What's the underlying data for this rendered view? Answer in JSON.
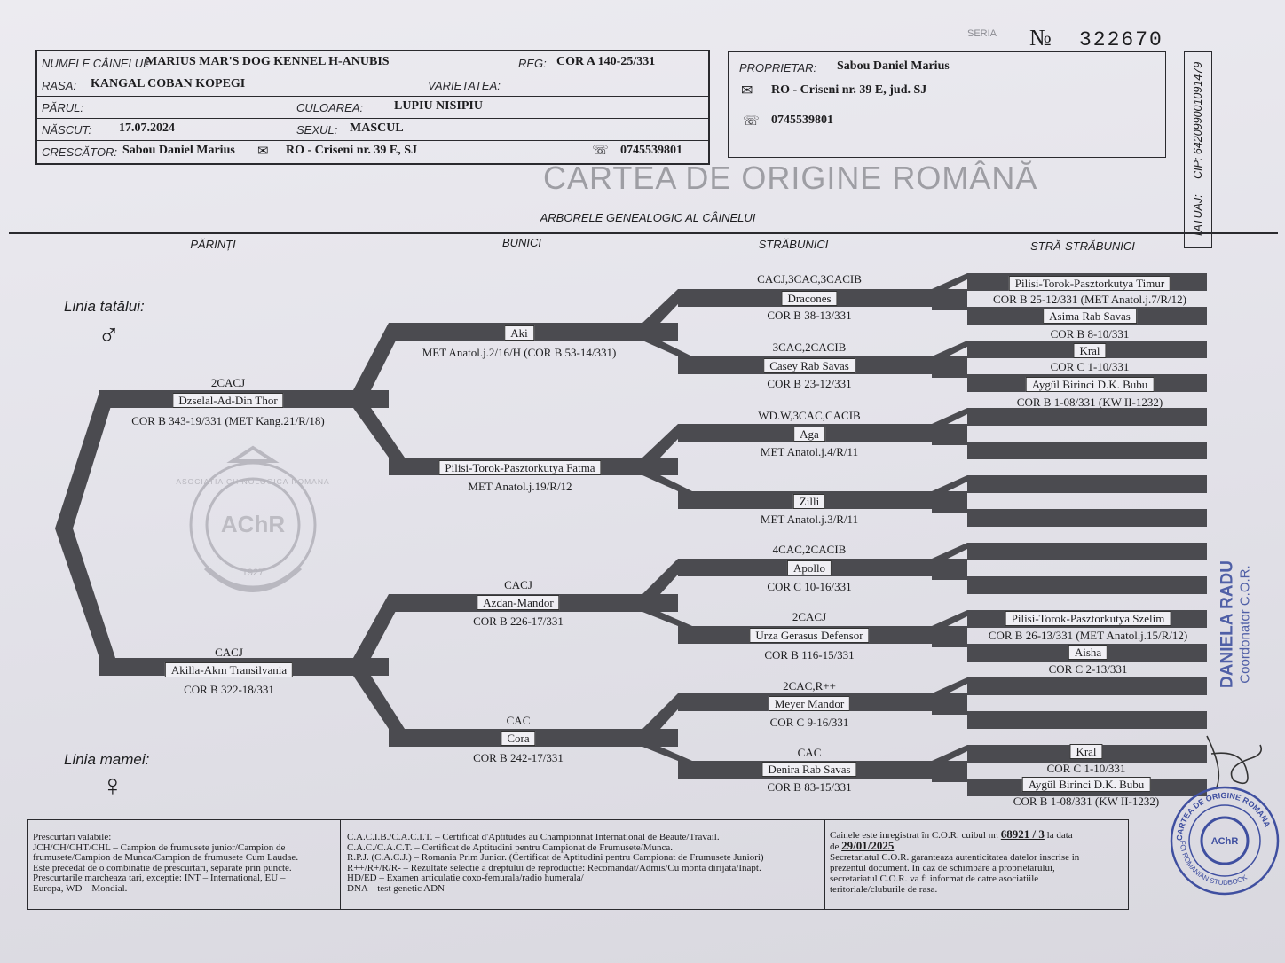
{
  "serie": {
    "seria_label": "SERIA",
    "no_label": "№",
    "number": "322670"
  },
  "dog": {
    "name_label": "NUMELE CÂINELUI:",
    "name": "MARIUS MAR'S DOG KENNEL H-ANUBIS",
    "reg_label": "REG:",
    "reg": "COR A 140-25/331",
    "breed_label": "RASA:",
    "breed": "KANGAL COBAN KOPEGI",
    "variety_label": "VARIETATEA:",
    "hair_label": "PĂRUL:",
    "color_label": "CULOAREA:",
    "color": "LUPIU NISIPIU",
    "born_label": "NĂSCUT:",
    "born": "17.07.2024",
    "sex_label": "SEXUL:",
    "sex": "MASCUL",
    "breeder_label": "CRESCĂTOR:",
    "breeder": "Sabou Daniel Marius",
    "breeder_addr": "RO - Criseni nr. 39 E, SJ",
    "breeder_phone": "0745539801"
  },
  "owner": {
    "label": "PROPRIETAR:",
    "name": "Sabou Daniel Marius",
    "address": "RO - Criseni nr. 39 E, jud. SJ",
    "phone": "0745539801"
  },
  "tattoo": {
    "label": "TATUAJ:",
    "cip_label": "CIP:",
    "cip": "642099001091479"
  },
  "title": "CARTEA DE ORIGINE ROMÂNĂ",
  "subtitle": "ARBORELE GENEALOGIC AL CÂINELUI",
  "generations": [
    "PĂRINȚI",
    "BUNICI",
    "STRĂBUNICI",
    "STRĂ-STRĂBUNICI"
  ],
  "line_father": "Linia tatălui:",
  "line_mother": "Linia mamei:",
  "seal": {
    "text": "ASOCIATIA CHINOLOGICA ROMANA",
    "initials": "AChR",
    "year": "1927"
  },
  "pedigree": {
    "p1": {
      "title": "2CACJ",
      "name": "Dzselal-Ad-Din Thor",
      "reg": "COR B 343-19/331 (MET Kang.21/R/18)"
    },
    "p2": {
      "title": "CACJ",
      "name": "Akilla-Akm Transilvania",
      "reg": "COR B 322-18/331"
    },
    "g1": {
      "name": "Aki",
      "reg": "MET Anatol.j.2/16/H (COR B 53-14/331)"
    },
    "g2": {
      "name": "Pilisi-Torok-Pasztorkutya Fatma",
      "reg": "MET Anatol.j.19/R/12"
    },
    "g3": {
      "title": "CACJ",
      "name": "Azdan-Mandor",
      "reg": "COR B 226-17/331"
    },
    "g4": {
      "title": "CAC",
      "name": "Cora",
      "reg": "COR B 242-17/331"
    },
    "gg1": {
      "title": "CACJ,3CAC,3CACIB",
      "name": "Dracones",
      "reg": "COR B 38-13/331"
    },
    "gg2": {
      "title": "3CAC,2CACIB",
      "name": "Casey Rab Savas",
      "reg": "COR B 23-12/331"
    },
    "gg3": {
      "title": "WD.W,3CAC,CACIB",
      "name": "Aga",
      "reg": "MET Anatol.j.4/R/11"
    },
    "gg4": {
      "name": "Zilli",
      "reg": "MET Anatol.j.3/R/11"
    },
    "gg5": {
      "title": "4CAC,2CACIB",
      "name": "Apollo",
      "reg": "COR C 10-16/331"
    },
    "gg6": {
      "title": "2CACJ",
      "name": "Urza Gerasus Defensor",
      "reg": "COR B 116-15/331"
    },
    "gg7": {
      "title": "2CAC,R++",
      "name": "Meyer Mandor",
      "reg": "COR C 9-16/331"
    },
    "gg8": {
      "title": "CAC",
      "name": "Denira Rab Savas",
      "reg": "COR B 83-15/331"
    },
    "ggg1": {
      "name": "Pilisi-Torok-Pasztorkutya Timur",
      "reg": "COR B 25-12/331 (MET Anatol.j.7/R/12)"
    },
    "ggg2": {
      "name": "Asima Rab Savas",
      "reg": "COR B 8-10/331"
    },
    "ggg3": {
      "name": "Kral",
      "reg": "COR C 1-10/331"
    },
    "ggg4": {
      "name": "Aygül Birinci D.K. Bubu",
      "reg": "COR B 1-08/331 (KW II-1232)"
    },
    "ggg11": {
      "name": "Pilisi-Torok-Pasztorkutya Szelim",
      "reg": "COR B 26-13/331 (MET Anatol.j.15/R/12)"
    },
    "ggg12": {
      "name": "Aisha",
      "reg": "COR C 2-13/331"
    },
    "ggg15": {
      "name": "Kral",
      "reg": "COR C 1-10/331"
    },
    "ggg16": {
      "name": "Aygül Birinci D.K. Bubu",
      "reg": "COR B 1-08/331 (KW II-1232)"
    }
  },
  "signature": {
    "name": "DANIELA RADU",
    "role": "Coordonator C.O.R."
  },
  "legend_left": [
    "Prescurtari valabile:",
    "JCH/CH/CHT/CHL – Campion de frumusete junior/Campion de",
    "frumusete/Campion de Munca/Campion de frumusete Cum Laudae.",
    "Este precedat de o combinatie de prescurtari, separate prin puncte.",
    "Prescurtarile marcheaza tari, exceptie: INT – International, EU –",
    "Europa, WD – Mondial."
  ],
  "legend_mid": [
    "C.A.C.I.B./C.A.C.I.T. – Certificat d'Aptitudes au Championnat International de Beaute/Travail.",
    "C.A.C./C.A.C.T. – Certificat de Aptitudini pentru Campionat de Frumusete/Munca.",
    "R.P.J. (C.A.C.J.) – Romania Prim Junior. (Certificat de Aptitudini pentru Campionat de Frumusete Juniori)",
    "R++/R+/R/R- – Rezultate selectie a dreptului de reproductie: Recomandat/Admis/Cu monta dirijata/Inapt.",
    "HD/ED – Examen articulatie coxo-femurala/radio humerala/",
    "DNA – test genetic ADN"
  ],
  "registration": {
    "l1": "Cainele este inregistrat în C.O.R. cuibul nr.",
    "cuib": "68921 / 3",
    "l1b": "la data",
    "date_de": "de",
    "date": "29/01/2025",
    "body": [
      "Secretariatul C.O.R. garanteaza autenticitatea datelor inscrise in",
      "prezentul document. In caz de schimbare a proprietarului,",
      "secretariatul C.O.R. va fi informat de catre asociatiile",
      "teritoriale/cluburile de rasa."
    ]
  },
  "stamp": {
    "top": "CARTEA DE ORIGINE ROMANA",
    "bottom": "FCI ROMANIAN STUDBOOK"
  }
}
